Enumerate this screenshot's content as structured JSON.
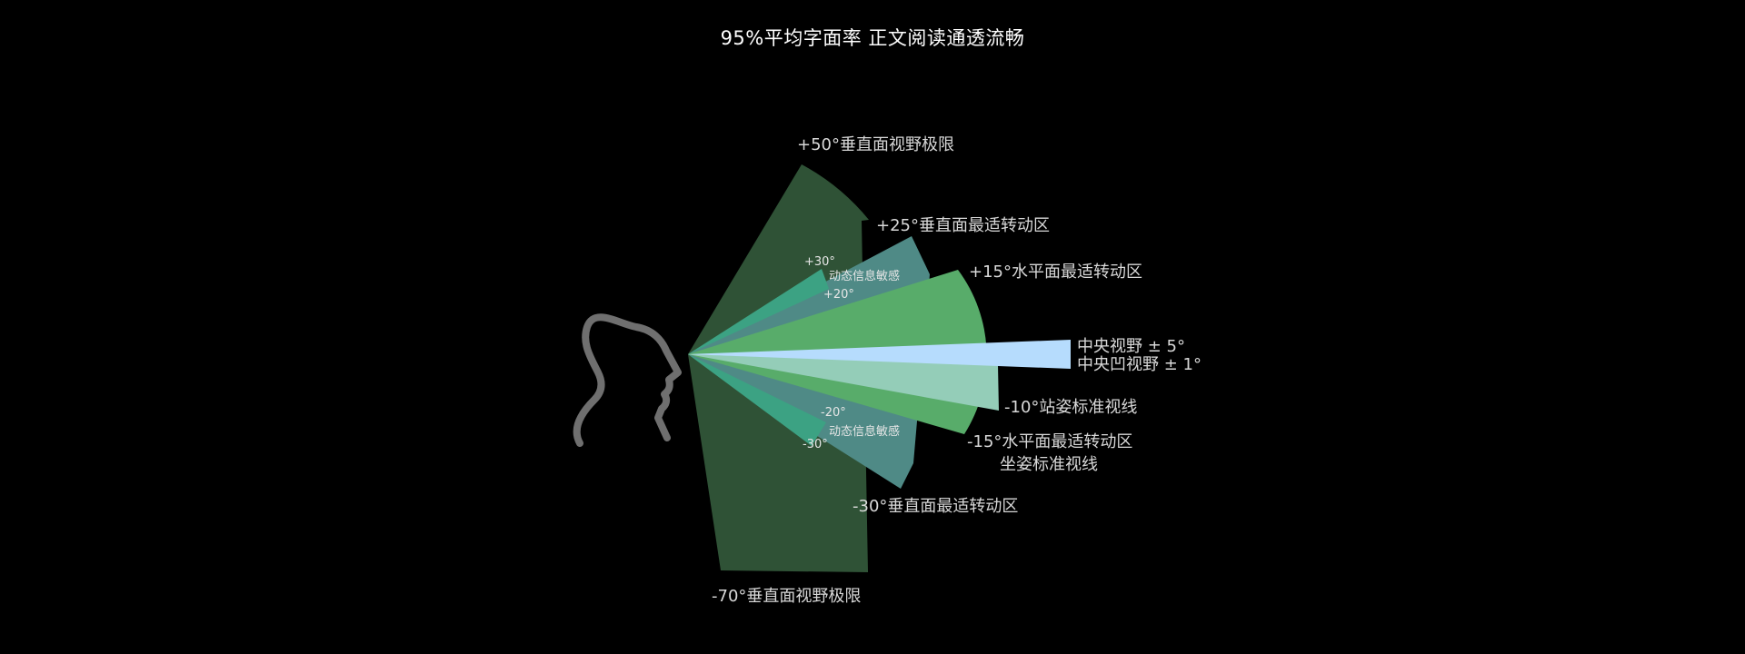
{
  "title": "95%平均字面率 正文阅读通透流畅",
  "colors": {
    "background": "#000000",
    "vertical_limit": "#2f5236",
    "vertical_comfort": "#4f8a86",
    "horizontal_comfort": "#58ac6a",
    "dynamic_sensitive": "#3ca283",
    "standing_line": "#94cdb8",
    "central_view": "#b6dcfd",
    "head_outline": "#6f6f6f"
  },
  "labels": {
    "plus50": "+50°垂直面视野极限",
    "plus25": "+25°垂直面最适转动区",
    "plus15": "+15°水平面最适转动区",
    "central": "中央视野 ± 5°",
    "fovea": "中央凹视野 ± 1°",
    "minus10": "-10°站姿标准视线",
    "minus15": "-15°水平面最适转动区",
    "sitting": "坐姿标准视线",
    "minus30": "-30°垂直面最适转动区",
    "minus70": "-70°垂直面视野极限",
    "dyn_upper": "动态信息敏感",
    "dyn_lower": "动态信息敏感",
    "plus30_small": "+30°",
    "plus20_small": "+20°",
    "minus20_small": "-20°",
    "minus30_small": "-30°"
  },
  "icons": {
    "head": "human-head-profile-icon"
  }
}
